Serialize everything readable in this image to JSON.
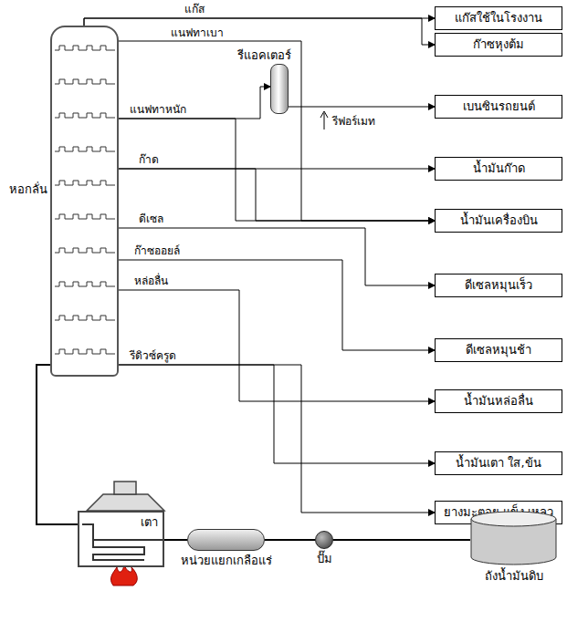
{
  "diagram": {
    "nodes": [
      {
        "text": [
          "หอกลั่น"
        ]
      },
      {
        "text": [
          "รีแอคเตอร์"
        ]
      },
      {
        "text": [
          "แก๊สใช้ในโรงงาน"
        ]
      },
      {
        "text": [
          "ก๊าซหุงต้ม"
        ]
      },
      {
        "text": [
          "เบนซินรถยนต์"
        ]
      },
      {
        "text": [
          "น้ำมันก๊าด"
        ]
      },
      {
        "text": [
          "น้ำมันเครื่องบิน"
        ]
      },
      {
        "text": [
          "ดีเซลหมุนเร็ว"
        ]
      },
      {
        "text": [
          "ดีเซลหมุนช้า"
        ]
      },
      {
        "text": [
          "น้ำมันหล่อลื่น"
        ]
      },
      {
        "text": [
          "น้ำมันเตา ใส,ข้น"
        ]
      },
      {
        "text": [
          "ยางมะตอย แข็ง,เหลว"
        ]
      },
      {
        "text": [
          "เตา"
        ]
      },
      {
        "text": [
          "หน่วยแยกเกลือแร่"
        ]
      },
      {
        "text": [
          "ปั๊ม"
        ]
      },
      {
        "text": [
          "ถังน้ำมันดิบ"
        ]
      }
    ],
    "edges": [
      {
        "from": 0,
        "to": 2,
        "label": "แก๊ส",
        "arrow": "to"
      },
      {
        "from": 0,
        "to": 3,
        "arrow": "to"
      },
      {
        "from": 0,
        "to": 1,
        "label": "แนฟทาหนัก",
        "arrow": "to"
      },
      {
        "from": 1,
        "to": 4,
        "label": "รีฟอร์เมท",
        "arrow": "to"
      },
      {
        "from": 0,
        "to": 5,
        "label": "ก๊าด",
        "arrow": "to"
      },
      {
        "from": 0,
        "to": 6,
        "label": "แนฟทาเบา",
        "arrow": "to"
      },
      {
        "from": 0,
        "to": 6,
        "arrow": "to"
      },
      {
        "from": 0,
        "to": 6,
        "arrow": "to"
      },
      {
        "from": 0,
        "to": 7,
        "label": "ดีเซล",
        "arrow": "to"
      },
      {
        "from": 0,
        "to": 8,
        "label": "ก๊าซออยล์",
        "arrow": "to"
      },
      {
        "from": 0,
        "to": 9,
        "label": "หล่อลื่น",
        "arrow": "to"
      },
      {
        "from": 0,
        "to": 10,
        "label": "รีดิวซ์ครูด",
        "arrow": "to"
      },
      {
        "from": 0,
        "to": 11,
        "arrow": "to"
      },
      {
        "from": 15,
        "to": 14,
        "arrow": "none"
      },
      {
        "from": 14,
        "to": 13,
        "arrow": "none"
      },
      {
        "from": 13,
        "to": 12,
        "arrow": "none"
      },
      {
        "from": 12,
        "to": 0,
        "arrow": "none"
      }
    ]
  }
}
